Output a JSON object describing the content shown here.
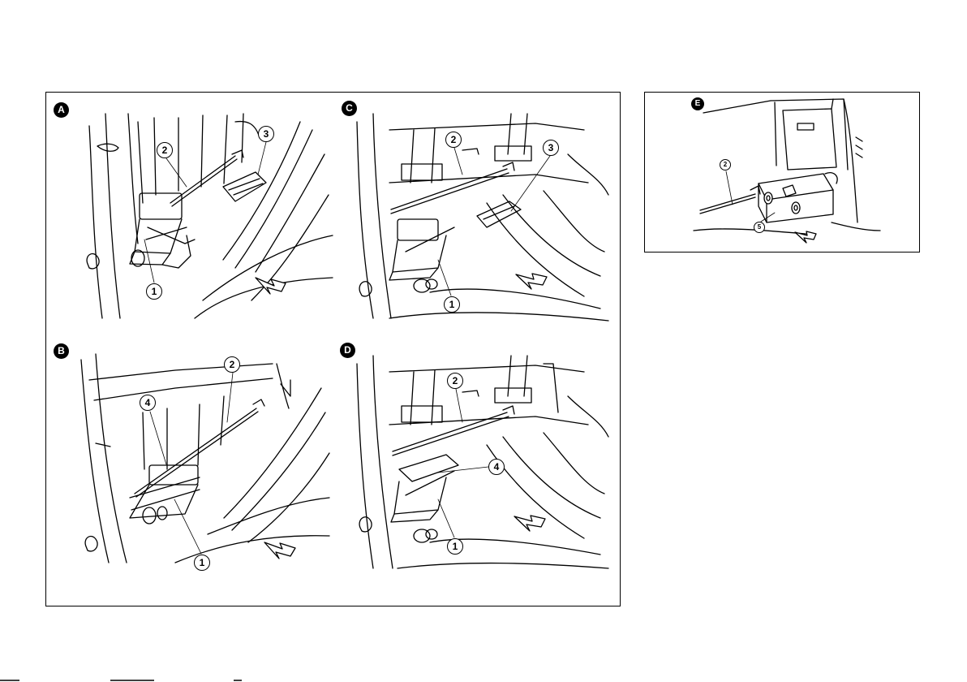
{
  "panels": {
    "a": {
      "tag": "A",
      "callouts": [
        "1",
        "2",
        "3"
      ]
    },
    "b": {
      "tag": "B",
      "callouts": [
        "1",
        "2",
        "4"
      ]
    },
    "c": {
      "tag": "C",
      "callouts": [
        "1",
        "2",
        "3"
      ]
    },
    "d": {
      "tag": "D",
      "callouts": [
        "1",
        "2",
        "4"
      ]
    },
    "e": {
      "tag": "E",
      "callouts": [
        "2",
        "5"
      ]
    }
  },
  "colors": {
    "line": "#000000",
    "background": "#ffffff"
  },
  "icons": [
    "front-direction-arrow-icon",
    "seat-hook-icon"
  ]
}
